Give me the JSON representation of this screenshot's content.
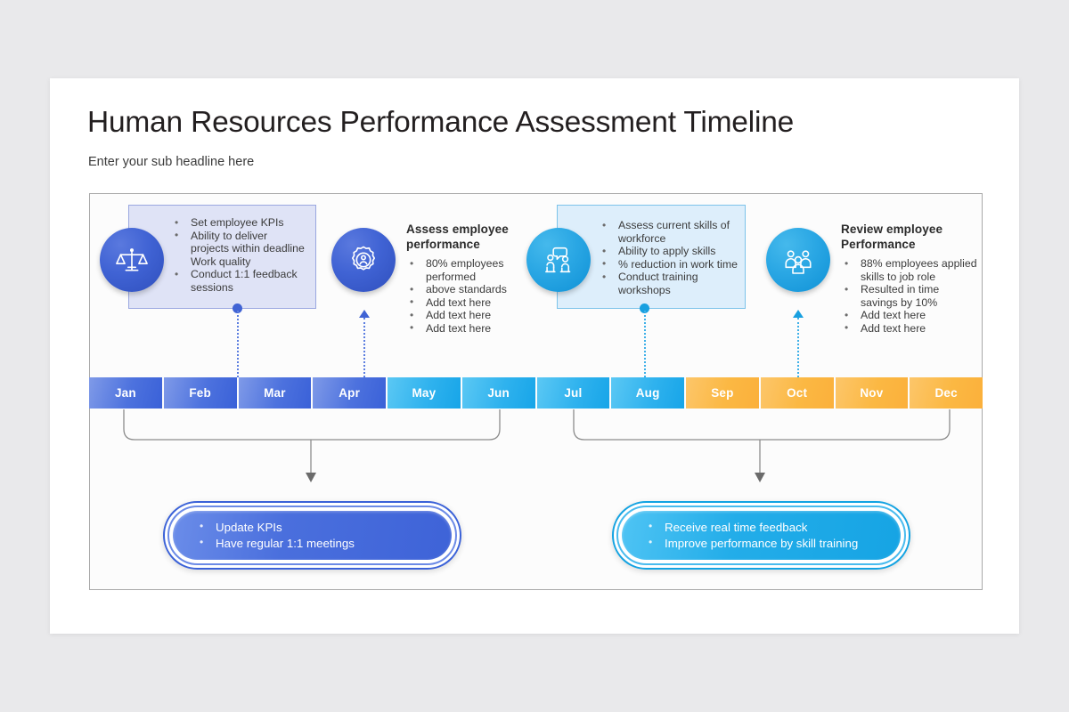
{
  "header": {
    "title": "Human Resources Performance Assessment Timeline",
    "subtitle": "Enter your sub headline here"
  },
  "blocks": [
    {
      "icon": "scales-balance-icon",
      "circle_color": "#4063d4",
      "box_color": "#dfe3f6",
      "heading": "",
      "bullets": [
        {
          "text": "Set employee KPIs",
          "bullet": true
        },
        {
          "text": "Ability to deliver",
          "bullet": true
        },
        {
          "text": "projects within deadline",
          "bullet": false
        },
        {
          "text": "Work quality",
          "bullet": false
        },
        {
          "text": "Conduct 1:1 feedback",
          "bullet": true
        },
        {
          "text": "sessions",
          "bullet": false
        }
      ]
    },
    {
      "icon": "gear-person-icon",
      "circle_color": "#4063d4",
      "box_color": "",
      "heading": "Assess employee performance",
      "bullets": [
        {
          "text": "80% employees",
          "bullet": true
        },
        {
          "text": "performed",
          "bullet": false
        },
        {
          "text": "above standards",
          "bullet": true
        },
        {
          "text": "Add text here",
          "bullet": true
        },
        {
          "text": "Add text here",
          "bullet": true
        },
        {
          "text": "Add text here",
          "bullet": true
        }
      ]
    },
    {
      "icon": "two-people-talking-icon",
      "circle_color": "#18a0e0",
      "box_color": "#ddeefb",
      "heading": "",
      "bullets": [
        {
          "text": "Assess current skills of",
          "bullet": true
        },
        {
          "text": "workforce",
          "bullet": false
        },
        {
          "text": "Ability to apply skills",
          "bullet": true
        },
        {
          "text": "% reduction in work time",
          "bullet": true
        },
        {
          "text": "Conduct training",
          "bullet": true
        },
        {
          "text": "workshops",
          "bullet": false
        }
      ]
    },
    {
      "icon": "people-group-icon",
      "circle_color": "#18a0e0",
      "box_color": "",
      "heading": "Review employee Performance",
      "bullets": [
        {
          "text": "88% employees applied",
          "bullet": true
        },
        {
          "text": "skills to job role",
          "bullet": false
        },
        {
          "text": "Resulted in time",
          "bullet": true
        },
        {
          "text": "savings by 10%",
          "bullet": false
        },
        {
          "text": "Add text here",
          "bullet": true
        },
        {
          "text": "Add text here",
          "bullet": true
        }
      ]
    }
  ],
  "months": [
    {
      "label": "Jan",
      "tone": "p",
      "color": "#4d72de"
    },
    {
      "label": "Feb",
      "tone": "p",
      "color": "#4d72de"
    },
    {
      "label": "Mar",
      "tone": "p",
      "color": "#4d72de"
    },
    {
      "label": "Apr",
      "tone": "p",
      "color": "#4d72de"
    },
    {
      "label": "May",
      "tone": "c",
      "color": "#2fb2ee"
    },
    {
      "label": "Jun",
      "tone": "c",
      "color": "#2fb2ee"
    },
    {
      "label": "Jul",
      "tone": "c",
      "color": "#2fb2ee"
    },
    {
      "label": "Aug",
      "tone": "c",
      "color": "#2fb2ee"
    },
    {
      "label": "Sep",
      "tone": "o",
      "color": "#fbb03b"
    },
    {
      "label": "Oct",
      "tone": "o",
      "color": "#fbb03b"
    },
    {
      "label": "Nov",
      "tone": "o",
      "color": "#fbb03b"
    },
    {
      "label": "Dec",
      "tone": "o",
      "color": "#fbb03b"
    }
  ],
  "pills": [
    {
      "tone": "blue",
      "color": "#3e63d8",
      "bullets": [
        "Update KPIs",
        "Have regular 1:1 meetings"
      ]
    },
    {
      "tone": "cyan",
      "color": "#16a4e4",
      "bullets": [
        "Receive real time feedback",
        "Improve performance by skill training"
      ]
    }
  ]
}
